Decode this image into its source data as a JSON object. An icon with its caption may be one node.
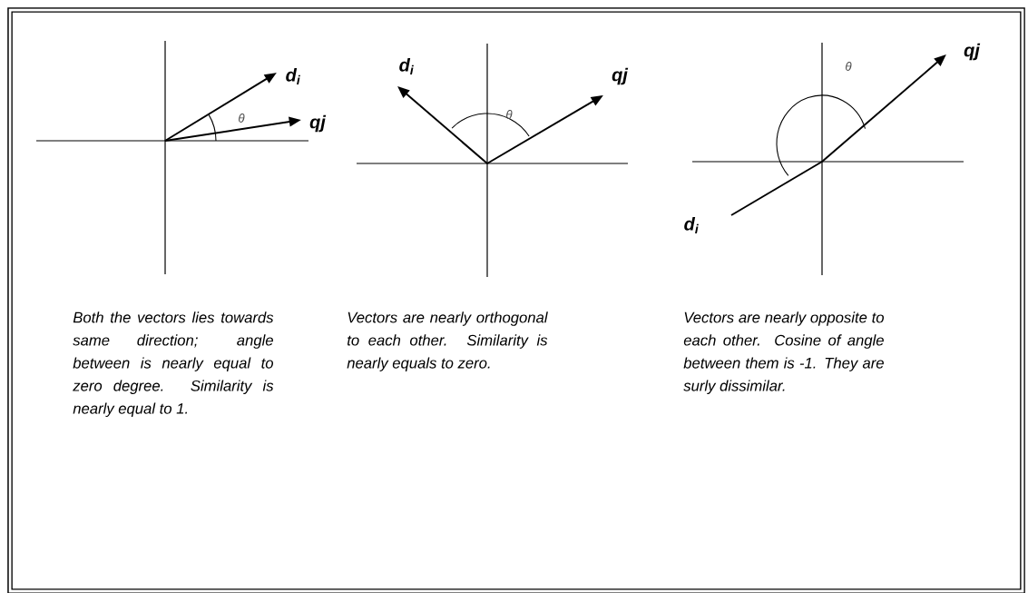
{
  "diagram": {
    "labels": [
      "d$_{i}$",
      "θ",
      "qj",
      "Both the vectors lies towards same direction; angle between is nearly equal to zero degree. Similarity is nearly equal to 1.",
      "d$_{i}$",
      "θ",
      "qj",
      "Vectors are nearly orthogonal to each other. Similarity is nearly equals to zero.",
      "qj",
      "θ",
      "d$_{i}$",
      "Vectors are nearly opposite to each other. Cosine of angle between them is -1. They are surly dissimilar."
    ]
  }
}
